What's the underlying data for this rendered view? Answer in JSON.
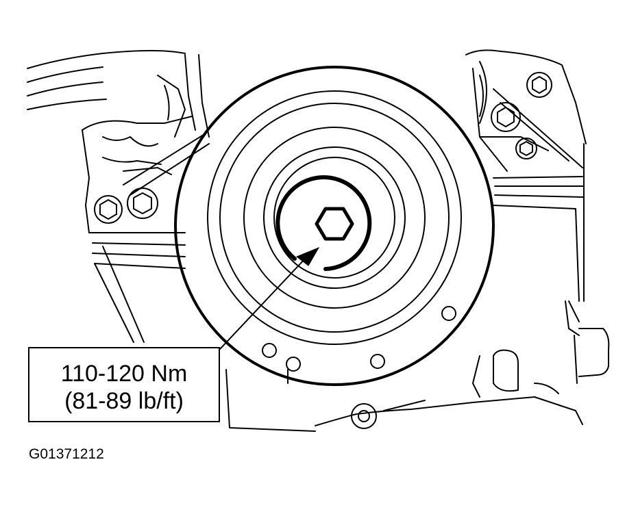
{
  "callout": {
    "torque_metric": "110-120 Nm",
    "torque_imperial": "(81-89 lb/ft)"
  },
  "figure_id": "G01371212",
  "colors": {
    "line": "#000000",
    "background": "#ffffff"
  },
  "icons": [
    "crankshaft-bolt-hex-icon",
    "callout-arrow-icon"
  ]
}
